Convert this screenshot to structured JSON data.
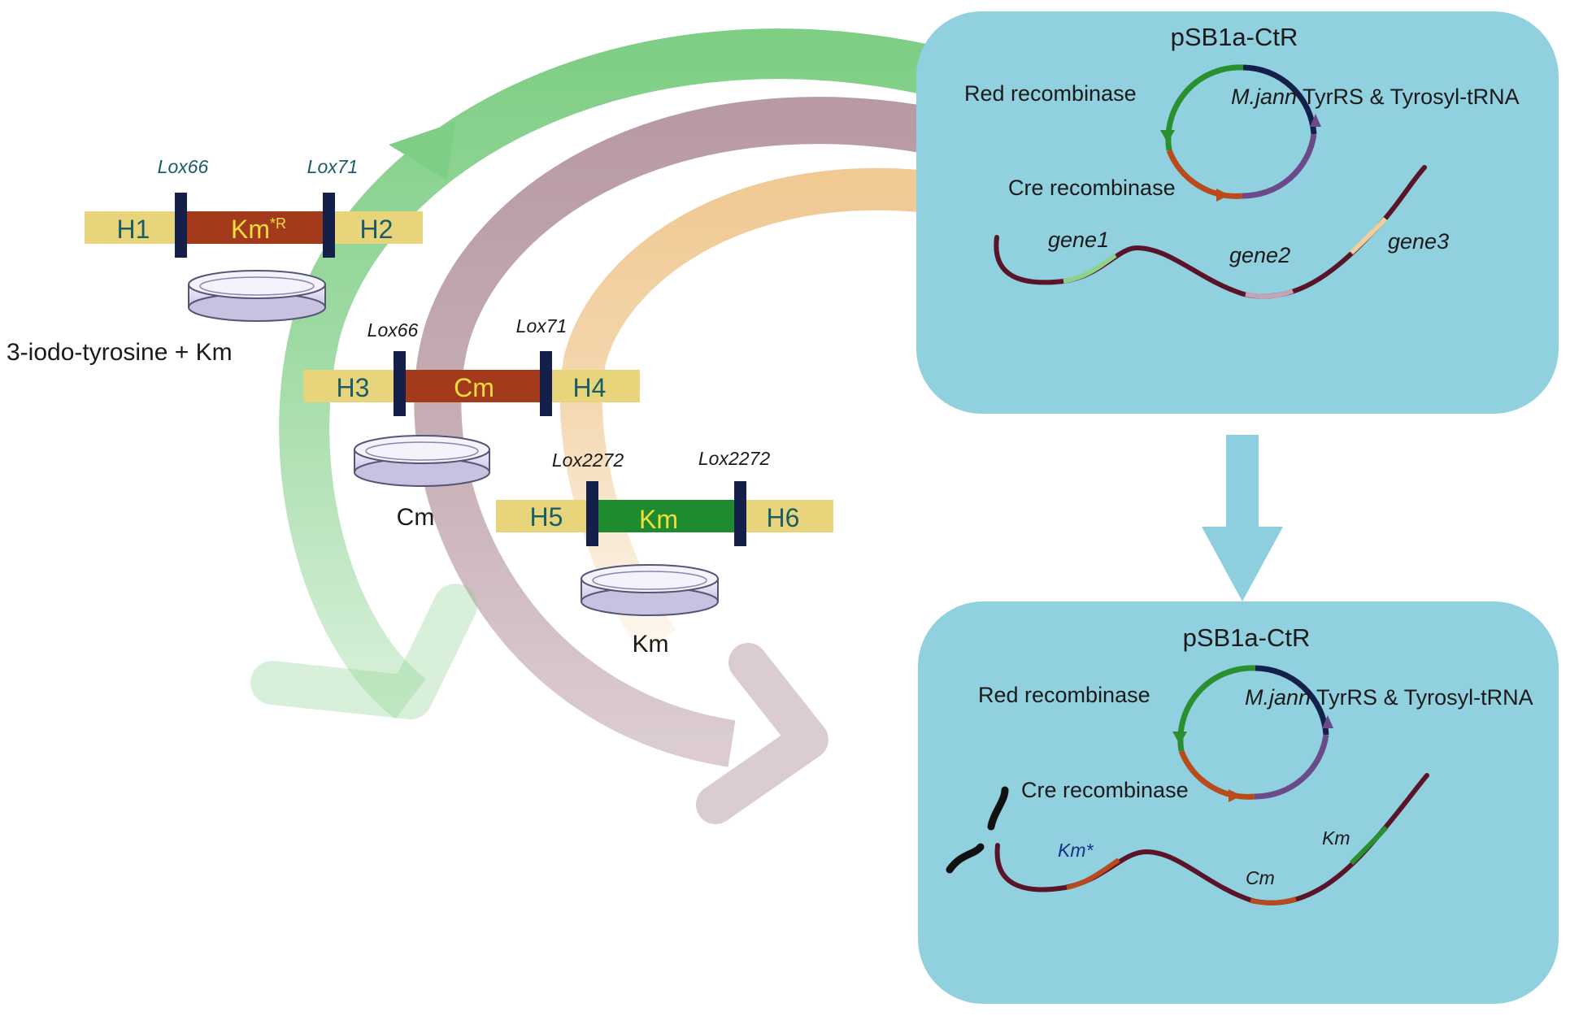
{
  "colors": {
    "box_fill": "#90d0df",
    "homology_arm": "#e8d47a",
    "lox_bar": "#14204a",
    "cassette_red": "#a33a1c",
    "cassette_green": "#1e8c2e",
    "label_yellow": "#f2de3c",
    "label_teal": "#1b5d66",
    "chromosome": "#5a1428",
    "arrow_green": "#7fce85",
    "arrow_mauve": "#b89aa2",
    "arrow_orange": "#f0c993",
    "arrow_blue": "#8ecfdf"
  },
  "top_box": {
    "title": "pSB1a-CtR",
    "red_recombinase": "Red recombinase",
    "cre_recombinase": "Cre recombinase",
    "mjann": "M.jann",
    "tyrrs": " TyrRS & Tyrosyl-tRNA",
    "gene1": "gene1",
    "gene2": "gene2",
    "gene3": "gene3"
  },
  "bottom_box": {
    "title": "pSB1a-CtR",
    "red_recombinase": "Red recombinase",
    "cre_recombinase": "Cre recombinase",
    "mjann": "M.jann",
    "tyrrs": " TyrRS & Tyrosyl-tRNA",
    "km_star": "Km*",
    "cm": "Cm",
    "km": "Km"
  },
  "cassette1": {
    "h_left": "H1",
    "marker": "Km",
    "marker_sup": "*R",
    "h_right": "H2",
    "lox_left": "Lox66",
    "lox_right": "Lox71",
    "plate_label": "3-iodo-tyrosine +  Km"
  },
  "cassette2": {
    "h_left": "H3",
    "marker": "Cm",
    "h_right": "H4",
    "lox_left": "Lox66",
    "lox_right": "Lox71",
    "plate_label": "Cm"
  },
  "cassette3": {
    "h_left": "H5",
    "marker": "Km",
    "h_right": "H6",
    "lox_left": "Lox2272",
    "lox_right": "Lox2272",
    "plate_label": "Km"
  }
}
